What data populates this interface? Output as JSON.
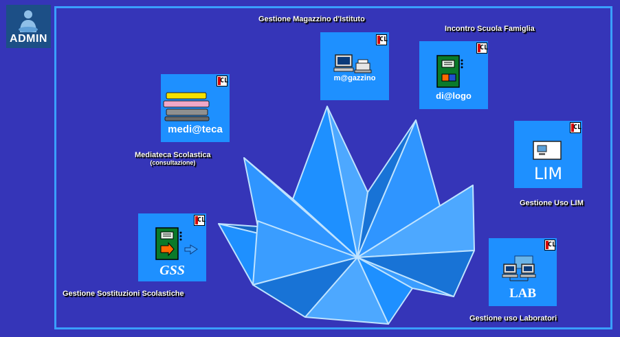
{
  "admin": {
    "label": "ADMIN"
  },
  "tiles": {
    "magazzino": {
      "label": "m@gazzino",
      "caption": "Gestione Magazzino d'Istituto",
      "badge": "CL"
    },
    "dialogo": {
      "label": "di@logo",
      "caption": "Incontro Scuola Famiglia",
      "badge": "CL"
    },
    "mediateca": {
      "label": "medi@teca",
      "caption": "Mediateca Scolastica",
      "subcaption": "(consultazione)",
      "badge": "CL"
    },
    "lim": {
      "label": "LIM",
      "caption": "Gestione Uso LIM",
      "badge": "CL"
    },
    "gss": {
      "label": "GSS",
      "caption": "Gestione Sostituzioni Scolastiche",
      "badge": "CL"
    },
    "lab": {
      "label": "LAB",
      "caption": "Gestione uso Laboratori",
      "badge": "CL"
    }
  },
  "colors": {
    "background": "#3535b8",
    "tile": "#1e90ff",
    "frame": "#3aa0ff",
    "admin_bg": "#1c4f86"
  }
}
